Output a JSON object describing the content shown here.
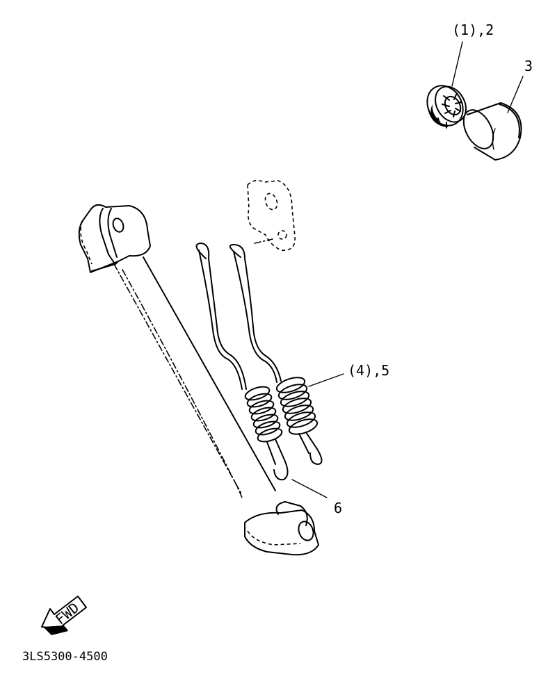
{
  "labels": {
    "nut": "(1),2",
    "cap": "3",
    "springs": "(4),5",
    "pin": "6"
  },
  "arrow_text": "FWD",
  "diagram_code": "3LS5300-4500"
}
